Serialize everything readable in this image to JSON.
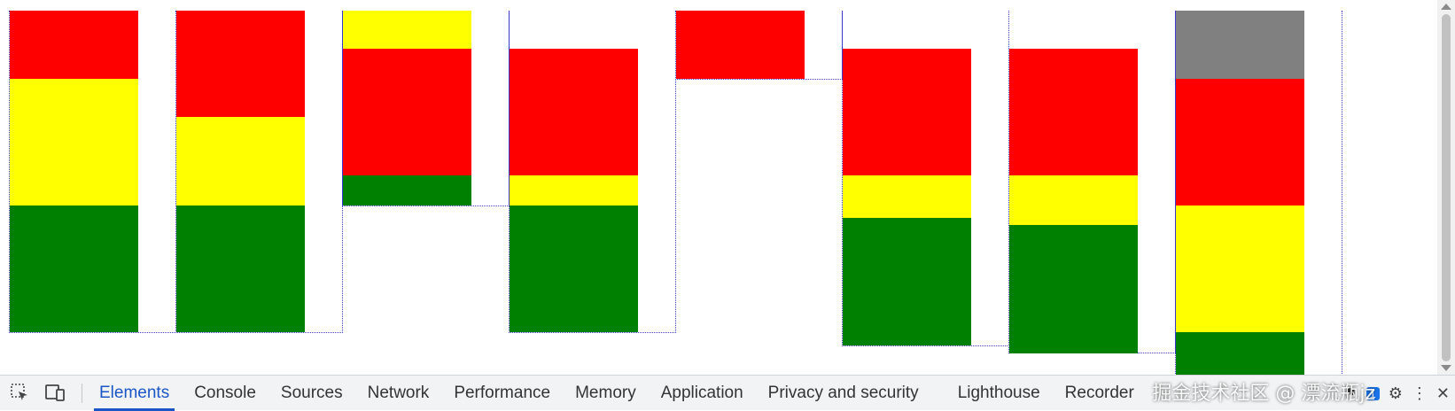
{
  "colors": {
    "red": "#ff0000",
    "yellow": "#ffff00",
    "green": "#008000",
    "gray": "#808080",
    "active_tab": "#1a56c7"
  },
  "columns": [
    {
      "segments": [
        "red",
        "yellow",
        "green"
      ]
    },
    {
      "segments": [
        "red",
        "yellow",
        "green"
      ]
    },
    {
      "segments": [
        "yellow",
        "red",
        "green"
      ]
    },
    {
      "segments": [
        "red",
        "yellow",
        "green"
      ]
    },
    {
      "segments": [
        "red"
      ]
    },
    {
      "segments": [
        "red",
        "yellow",
        "green"
      ]
    },
    {
      "segments": [
        "red",
        "yellow",
        "green"
      ]
    },
    {
      "segments": [
        "gray",
        "red",
        "yellow",
        "green"
      ]
    }
  ],
  "devtools": {
    "tabs": [
      "Elements",
      "Console",
      "Sources",
      "Network",
      "Performance",
      "Memory",
      "Application",
      "Privacy and security",
      "Lighthouse",
      "Recorder"
    ],
    "active_tab": "Elements",
    "issues_count": "1",
    "icons": [
      "inspect-element-icon",
      "device-toolbar-icon",
      "issues-icon",
      "gear-icon",
      "more-options-icon",
      "close-icon"
    ]
  },
  "watermark": "掘金技术社区 @ 漂流瓶jz"
}
